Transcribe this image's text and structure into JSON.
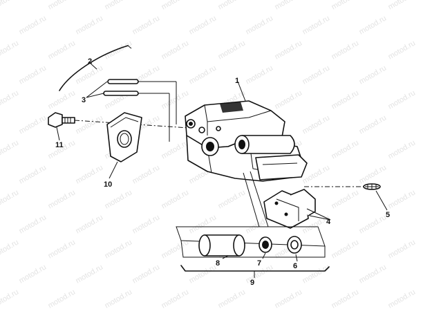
{
  "watermark": {
    "text": "motod.ru"
  },
  "callouts": {
    "c1": "1",
    "c2": "2",
    "c3": "3",
    "c4": "4",
    "c5": "5",
    "c6": "6",
    "c7": "7",
    "c8": "8",
    "c9": "9",
    "c10": "10",
    "c11": "11"
  },
  "colors": {
    "ink": "#111111",
    "background": "#ffffff",
    "watermark": "#e3e3e3"
  }
}
